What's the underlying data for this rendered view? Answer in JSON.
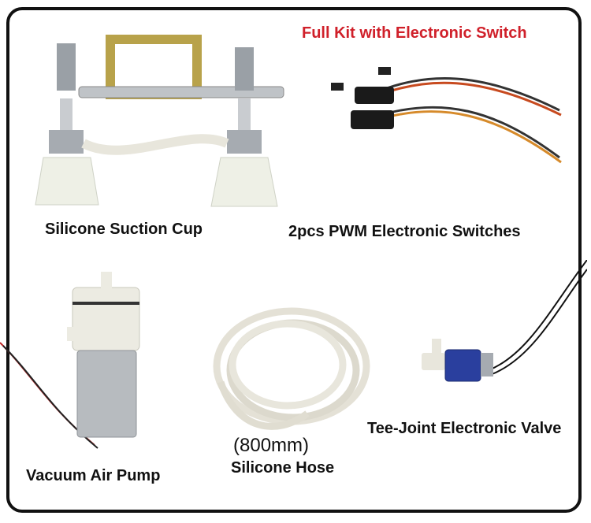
{
  "header": {
    "title": "Full Kit with Electronic Switch",
    "title_color": "#d0202a"
  },
  "items": {
    "suction_cup": "Silicone Suction Cup",
    "switches": "2pcs PWM Electronic Switches",
    "pump": "Vacuum Air Pump",
    "hose_length": "(800mm)",
    "hose": "Silicone Hose",
    "valve": "Tee-Joint Electronic Valve"
  }
}
